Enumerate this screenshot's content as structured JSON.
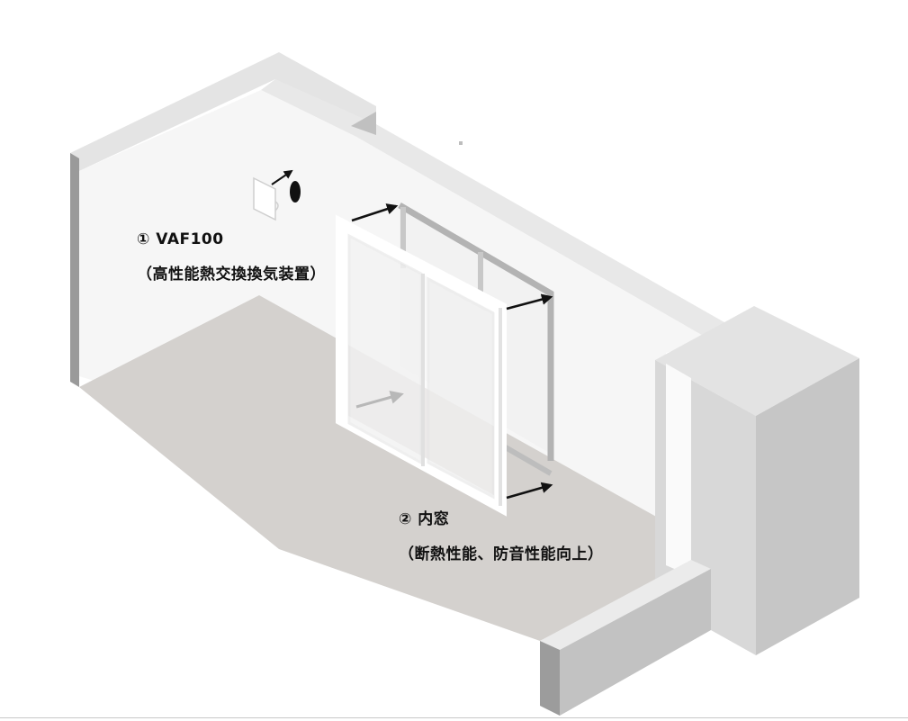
{
  "diagram": {
    "type": "isometric-room-illustration",
    "colors": {
      "wall_face": "#f7f7f7",
      "wall_top": "#e6e6e6",
      "wall_side": "#9a9a9a",
      "floor": "#d4d1ce",
      "pillar_front": "#d9d9d9",
      "pillar_side": "#c4c4c4",
      "frame_gray": "#b5b5b5",
      "arrow": "#111111",
      "text": "#111111"
    },
    "callouts": [
      {
        "number_label": "① VAF100",
        "description": "（高性能熱交換換気装置）",
        "points_to": "ventilation-unit"
      },
      {
        "number_label": "② 内窓",
        "description": "（断熱性能、防音性能向上）",
        "points_to": "inner-window"
      }
    ]
  }
}
